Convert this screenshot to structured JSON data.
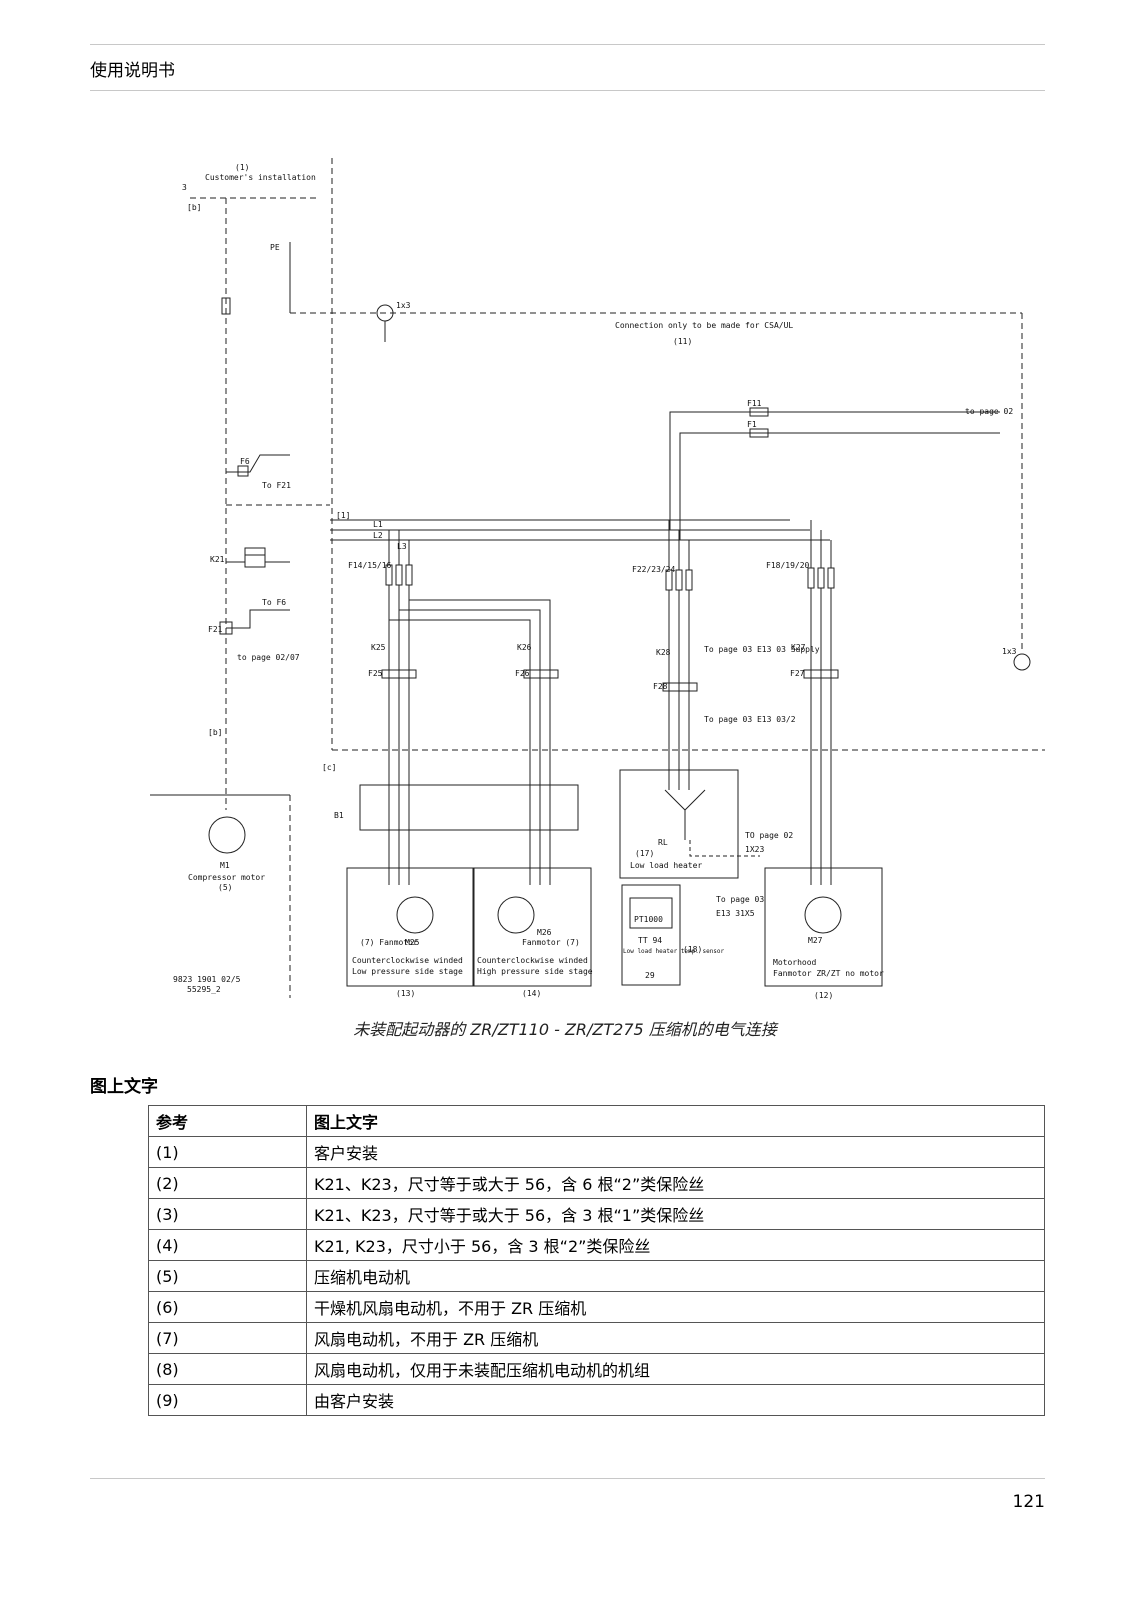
{
  "header": {
    "title": "使用说明书"
  },
  "diagram": {
    "customer_install_num": "(1)",
    "customer_install": "Customer's installation",
    "supply": "3",
    "b1": "[b]",
    "pe": "PE",
    "x3_top": "1x3",
    "csa_note": "Connection only to be made for CSA/UL",
    "csa_num": "(11)",
    "f6": "F6",
    "to_f21": "To F21",
    "k21": "K21",
    "to_f6": "To F6",
    "f21": "F21",
    "to_page_0207": "to page 02/07",
    "b2": "[b]",
    "bracket_1": "[1]",
    "l1": "L1",
    "l2": "L2",
    "l3": "L3",
    "f141516": "F14/15/16",
    "f222324": "F22/23/24",
    "f181920": "F18/19/20",
    "k25": "K25",
    "k26": "K26",
    "k28": "K28",
    "k27": "K27",
    "f25": "F25",
    "f26": "F26",
    "f28": "F28",
    "f27": "F27",
    "f11": "F11",
    "f1": "F1",
    "to_page_02": "to page 02",
    "to_page_03_supply": "To page 03 E13 03 Supply",
    "to_page_03_e13": "To page 03 E13 03/2",
    "x3_right": "1x3",
    "c_label": "[c]",
    "b1_label": "B1",
    "rl": "RL",
    "low_load_num": "(17)",
    "low_load": "Low load heater",
    "to_page_02_x23": "TO page 02",
    "x23": "1X23",
    "m1": "M1",
    "m1_label": "Compressor motor",
    "m1_num": "(5)",
    "m25": "M25",
    "m25_label": "(7) Fanmotor",
    "m26": "M26",
    "m26_label": "Fanmotor (7)",
    "pt1000": "PT1000",
    "to_page_03": "To page 03",
    "e13": "E13 31X5",
    "tt94": "TT 94",
    "tt94_label": "Low load heater temp. sensor",
    "tt94_num": "29",
    "num_18": "(18)",
    "m27": "M27",
    "box13_l1": "Counterclockwise winded",
    "box13_l2": "Low pressure side stage",
    "box14_l1": "Counterclockwise winded",
    "box14_l2": "High pressure side stage",
    "box12_l1": "Motorhood",
    "box12_l2": "Fanmotor ZR/ZT no motor",
    "num_13": "(13)",
    "num_14": "(14)",
    "num_12": "(12)",
    "doc_code_1": "9823 1901 02/5",
    "doc_code_2": "55295_2"
  },
  "caption": "未装配起动器的 ZR/ZT110 - ZR/ZT275 压缩机的电气连接",
  "section_title": "图上文字",
  "table": {
    "headers": [
      "参考",
      "图上文字"
    ],
    "rows": [
      [
        "(1)",
        "客户安装"
      ],
      [
        "(2)",
        "K21、K23，尺寸等于或大于 56，含 6 根“2”类保险丝"
      ],
      [
        "(3)",
        "K21、K23，尺寸等于或大于 56，含 3 根“1”类保险丝"
      ],
      [
        "(4)",
        "K21, K23，尺寸小于 56，含 3 根“2”类保险丝"
      ],
      [
        "(5)",
        "压缩机电动机"
      ],
      [
        "(6)",
        "干燥机风扇电动机，不用于 ZR 压缩机"
      ],
      [
        "(7)",
        "风扇电动机，不用于 ZR 压缩机"
      ],
      [
        "(8)",
        "风扇电动机，仅用于未装配压缩机电动机的机组"
      ],
      [
        "(9)",
        "由客户安装"
      ]
    ]
  },
  "page_number": "121"
}
